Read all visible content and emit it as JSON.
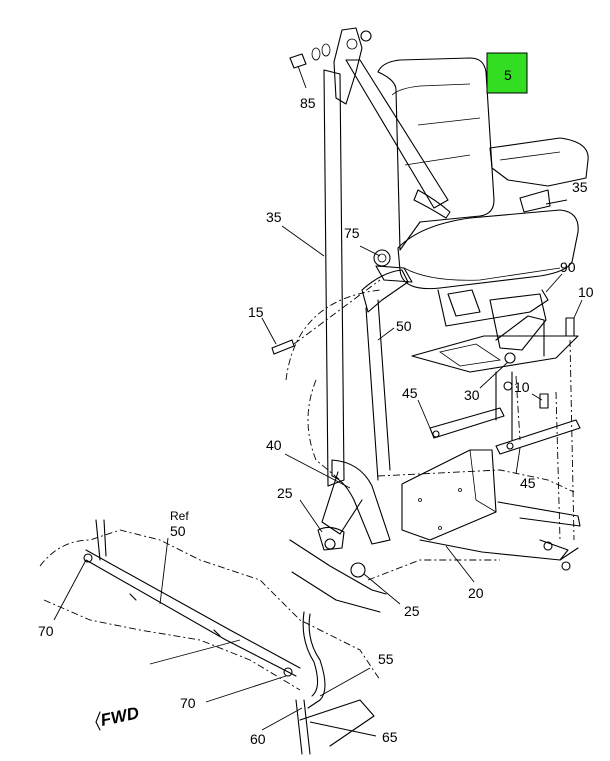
{
  "highlight": {
    "label": "5",
    "color": "#33dd22"
  },
  "callouts": {
    "c85": "85",
    "c35_top": "35",
    "c35_left": "35",
    "c75": "75",
    "c90": "90",
    "c10_top": "10",
    "c15": "15",
    "c50_mid": "50",
    "c30": "30",
    "c10_mid": "10",
    "c45_left": "45",
    "c40": "40",
    "c45_right": "45",
    "c25_top": "25",
    "c25_bottom": "25",
    "c20": "20",
    "ref": "Ref",
    "c50_ref": "50",
    "c70_left": "70",
    "c55": "55",
    "c70_bottom": "70",
    "c60": "60",
    "c65": "65"
  },
  "direction": {
    "label": "FWD"
  },
  "colors": {
    "line": "#000000",
    "background": "#ffffff"
  }
}
